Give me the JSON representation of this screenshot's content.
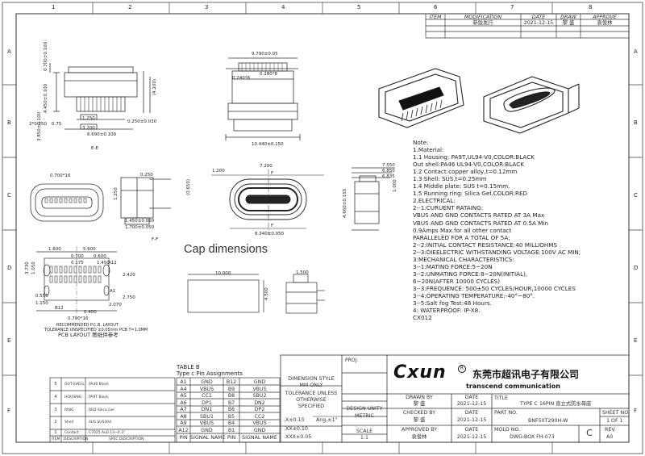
{
  "border": {
    "cols": [
      "1",
      "2",
      "3",
      "4",
      "5",
      "6",
      "7",
      "8"
    ],
    "rows": [
      "A",
      "B",
      "C",
      "D",
      "E",
      "F"
    ]
  },
  "revision": {
    "headers": [
      "ITEM",
      "MODIFICATION",
      "DATE",
      "DRAW",
      "APPROVE"
    ],
    "row": {
      "modification": "新版发行",
      "date": "2021-12-15",
      "draw": "黎 盛",
      "approve": "袁俊林"
    }
  },
  "cap": {
    "title": "Cap dimensions",
    "w": "10.000",
    "h": "4.500",
    "w2": "1.500"
  },
  "dims": {
    "top_width": "9.790±0.05",
    "d1": "0.240*8",
    "d2": "0.280*8",
    "body_width": "10.440±0.150",
    "side_a": "0.700±0.100",
    "side_b": "4.450±0.100",
    "side_c": "3.850±0.100",
    "side_d": "2*0.250",
    "side_e": "0.75",
    "side_f": "6.690±0.100",
    "side_g": "1.250",
    "side_h": "3.200",
    "side_i": "0.250±0.030",
    "side_j": "(4.200)",
    "ee": "E-E",
    "cross_a": "7.200",
    "cross_b": "1.200",
    "cross_c": "8.340±0.050",
    "cross_d": "F",
    "cross_e": "F",
    "right_a": "7.550",
    "right_b": "6.850",
    "right_c": "6.835",
    "right_d": "4.660±0.150",
    "right_e": "1.000",
    "front_a": "0.700*16",
    "front_b": "0.250",
    "front_c": "1.450±0.050",
    "front_d": "1.700±0.050",
    "front_e": "(0.650)",
    "front_f": "1.250",
    "ff": "F-F",
    "pcb_a": "1.600",
    "pcb_b": "5.600",
    "pcb_c": "0.700",
    "pcb_d": "0.175",
    "pcb_e": "0.600",
    "pcb_f": "1.450",
    "pcb_g": "3.730",
    "pcb_h": "1.050",
    "pcb_i": "0.550",
    "pcb_j": "1.150",
    "pcb_k": "2.420",
    "pcb_l": "2.750",
    "pcb_m": "2.070",
    "pcb_n": "0.400",
    "pcb_o": "0.700*16",
    "pcb_p": "A12",
    "pcb_q": "B12",
    "pcb_r": "A1"
  },
  "pcb_caption": {
    "line1": "RECOMMENDED P.C.B. LAYOUT",
    "line2": "TOLERANCE UNSPECIFIED ±0.05mm PCB T=1.0MM",
    "line3": "PCB LAYOUT 图纸供参考"
  },
  "notes": [
    "Note:",
    "1.Material:",
    "1.1 Housing: PA9T,UL94-V0,COLOR:BLACK",
    "     Out shell:PA46  UL94-V0,COLOR:BLACK",
    "1.2 Contact:copper alloy,t=0.12mm",
    "1.3 Shell: SUS,t=0.25mm",
    "1.4 Middle plate: SUS t=0.15mm.",
    "1.5 Running ring: Silica Gel.COLOR:RED",
    "2.ELECTRICAL:",
    "2--1:CURUENT RATAING:",
    "     VBUS AND GND CONTACTS RATED AT 3A Max",
    "     VBUS AND GND CONTACTS RATED AT 0.5A Min",
    "     0.9Amps Max.for all other contact",
    "     PARALLELED FOR A TOTAL OF 5A;",
    "2--2:INITIAL CONTACT RESISTANCE:40 MILLIOHMS",
    "2--3:DIEELECTRIC WITHSTANDING VOLTAGE:100V AC MIN;",
    "3:MECHANICAL CHARACTERISTICS:",
    "3--1:MATING FORCE:5~20N",
    "3--2:UNMATING FORCE:8~20N(INITIAL),",
    "     6~20N(AFTER 10000 CYCLES)",
    "3--3:FREQUENCE: 500±50 CYCLES/HOUR,10000 CYCLES",
    "3--4:OPERATING TEMPERATURE:-40°~80°.",
    "3--5:Salt fog Test:48 Hours.",
    "4: WATERPROOF: IP-X8.",
    "CX012"
  ],
  "pin_table": {
    "title": "TABLE B",
    "subtitle": "Type c Pin Assignments",
    "rows": [
      [
        "A1",
        "GND",
        "B12",
        "GND"
      ],
      [
        "A4",
        "VBUS",
        "B9",
        "VBUS"
      ],
      [
        "A5",
        "CC1",
        "B8",
        "SBU2"
      ],
      [
        "A6",
        "DP1",
        "B7",
        "DN2"
      ],
      [
        "A7",
        "DN1",
        "B6",
        "DP2"
      ],
      [
        "A8",
        "SBU1",
        "B5",
        "CC2"
      ],
      [
        "A9",
        "VBUS",
        "B4",
        "VBUS"
      ],
      [
        "A12",
        "GND",
        "B1",
        "GND"
      ]
    ],
    "footer": [
      "PIN",
      "SIGNAL NAME",
      "PIN",
      "SIGNAL NAME"
    ]
  },
  "bom": {
    "rows": [
      [
        "5",
        "OUT-SHELL",
        "PA46 Black"
      ],
      [
        "4",
        "HOUSING",
        "PA9T Black"
      ],
      [
        "3",
        "RING",
        "RED Silica Gel"
      ],
      [
        "2",
        "Shell",
        "SUS SUS304"
      ],
      [
        "1",
        "Contact",
        "C7025  Au0.13~0.3\""
      ]
    ],
    "footer": [
      "ITEM",
      "DESCRIPTION",
      "SPEC DESCRIPTION"
    ]
  },
  "title_block": {
    "dimension_style_label": "DIMENSION STYLE",
    "dimension_style": "MM ONLY",
    "design_unity_label": "DESIGN UNITY",
    "design_unity": "METRIC",
    "scale_label": "SCALE",
    "scale": "1:1",
    "tolerance_title": "TOLERANCE UNLESS\nOTHERWISE\nSPECIFIED",
    "tol1": ".X±0.15",
    "tol2": ".XX±0.10",
    "tol3": ".XXX±0.05",
    "angle": "Ang.±1°",
    "proj_label": "PROJ.",
    "logo": "Cxun",
    "company_cn": "东莞市超讯电子有限公司",
    "company_en": "transcend communication",
    "drawn_by_label": "DRAWN BY",
    "drawn_by": "黎 盛",
    "checked_by_label": "CHECKED BY",
    "checked_by": "黎 盛",
    "approved_by_label": "APPROVED BY",
    "approved_by": "袁俊林",
    "date_label": "DATE",
    "date": "2021-12-15",
    "title_label": "TITLE",
    "title": "TYPE C 16PIN 直立式防水母座",
    "part_no_label": "PART NO.",
    "part_no": "BNF50T290H-W",
    "sheet_label": "SHEET NO.",
    "sheet": "1 OF 1",
    "mold_label": "MOLD NO.",
    "mold": "DWG-BOX  FH-073",
    "size": "C",
    "rev_label": "REV.",
    "rev": "A0"
  }
}
